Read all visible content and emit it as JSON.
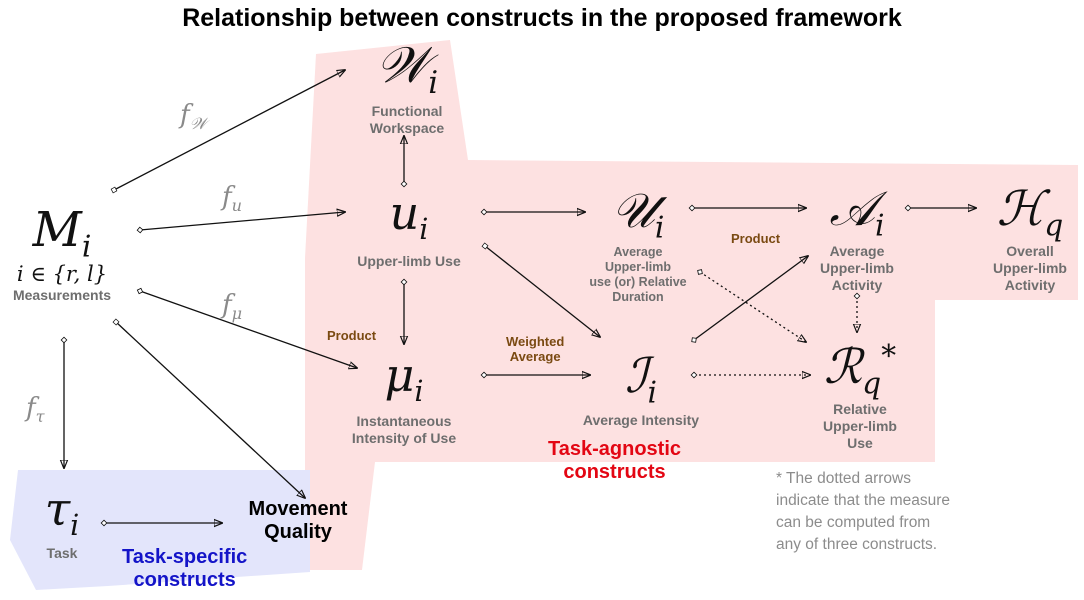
{
  "title": "Relationship between constructs in the proposed framework",
  "nodes": {
    "W": {
      "symbol": "𝒲",
      "sub": "i",
      "label_lines": [
        "Functional",
        "Workspace"
      ]
    },
    "u": {
      "symbol": "u",
      "sub": "i",
      "label_lines": [
        "Upper-limb Use"
      ]
    },
    "U": {
      "symbol": "𝒰",
      "sub": "i",
      "label_lines": [
        "Average",
        "Upper-limb",
        "use (or) Relative",
        "Duration"
      ]
    },
    "A": {
      "symbol": "𝒜",
      "sub": "i",
      "label_lines": [
        "Average",
        "Upper-limb",
        "Activity"
      ]
    },
    "H": {
      "symbol": "ℋ",
      "sub": "q",
      "label_lines": [
        "Overall",
        "Upper-limb",
        "Activity"
      ]
    },
    "M": {
      "symbol": "M",
      "sub": "i",
      "index": "i ∈ {r, l}",
      "label_lines": [
        "Measurements"
      ]
    },
    "mu": {
      "symbol": "μ",
      "sub": "i",
      "label_lines": [
        "Instantaneous",
        "Intensity of Use"
      ]
    },
    "I": {
      "symbol": "ℐ",
      "sub": "i",
      "label_lines": [
        "Average Intensity"
      ]
    },
    "R": {
      "symbol": "ℛ",
      "sub": "q",
      "sup": "*",
      "label_lines": [
        "Relative",
        "Upper-limb",
        "Use"
      ]
    },
    "tau": {
      "symbol": "τ",
      "sub": "i",
      "label_lines": [
        "Task"
      ]
    },
    "MQ": {
      "label_lines": [
        "Movement",
        "Quality"
      ]
    }
  },
  "edge_labels": {
    "fW": {
      "f": "f",
      "sub": "𝒲"
    },
    "fu": {
      "f": "f",
      "sub": "u"
    },
    "fmu": {
      "f": "f",
      "sub": "μ"
    },
    "ftau": {
      "f": "f",
      "sub": "τ"
    }
  },
  "operations": {
    "product1": "Product",
    "product2": "Product",
    "weighted": [
      "Weighted",
      "Average"
    ]
  },
  "groups": {
    "agnostic": {
      "lines": [
        "Task-agnostic",
        "constructs"
      ],
      "color": "#e30613",
      "fill": "#fde1e1"
    },
    "specific": {
      "lines": [
        "Task-specific",
        "constructs"
      ],
      "color": "#1414c8",
      "fill": "#e3e5fb"
    }
  },
  "note_lines": [
    "* The dotted arrows",
    "indicate that the measure",
    "can be computed from",
    "any of three constructs."
  ]
}
